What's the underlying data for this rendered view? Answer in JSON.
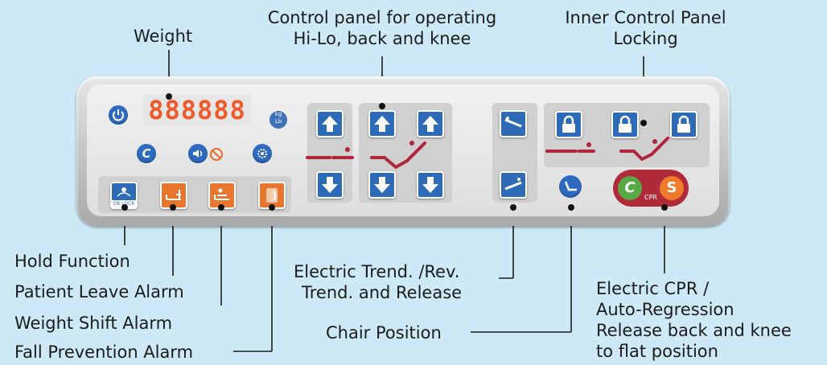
{
  "colors": {
    "background": "#cde9f6",
    "button_blue": "#2d6bb9",
    "button_orange": "#e8762f",
    "display_red": "#ef5a2a",
    "cpr_red": "#b02a3a",
    "bar_red": "#b0263a"
  },
  "display": {
    "value": "888888"
  },
  "kg_button": {
    "top": "kg",
    "bottom": "Lb"
  },
  "clear_button": {
    "label": "C"
  },
  "hold_button": {
    "label": "OK  LOCK"
  },
  "cpr_button": {
    "left": "C",
    "right": "S",
    "label": "CPR"
  },
  "callouts": {
    "weight": "Weight",
    "control_panel_line1": "Control panel for operating",
    "control_panel_line2": "Hi-Lo, back and knee",
    "inner_lock_line1": "Inner Control Panel",
    "inner_lock_line2": "Locking",
    "hold_function": "Hold Function",
    "patient_leave_alarm": "Patient Leave Alarm",
    "weight_shift_alarm": "Weight Shift Alarm",
    "fall_prevention_alarm": "Fall Prevention Alarm",
    "trend_line1": "Electric Trend. /Rev.",
    "trend_line2": "Trend. and Release",
    "chair_position": "Chair Position",
    "cpr_line1": "Electric CPR /",
    "cpr_line2": "Auto-Regression",
    "cpr_line3": "Release back and knee",
    "cpr_line4": "to flat position"
  },
  "icons": [
    "power-icon",
    "kg-lb-icon",
    "clear-icon",
    "mute-icon",
    "settings-icon",
    "arrow-up-icon",
    "arrow-down-icon",
    "lock-icon",
    "trend-icon",
    "reverse-trend-icon",
    "chair-icon",
    "hold-icon",
    "patient-leave-icon",
    "weight-shift-icon",
    "fall-prevention-icon"
  ]
}
